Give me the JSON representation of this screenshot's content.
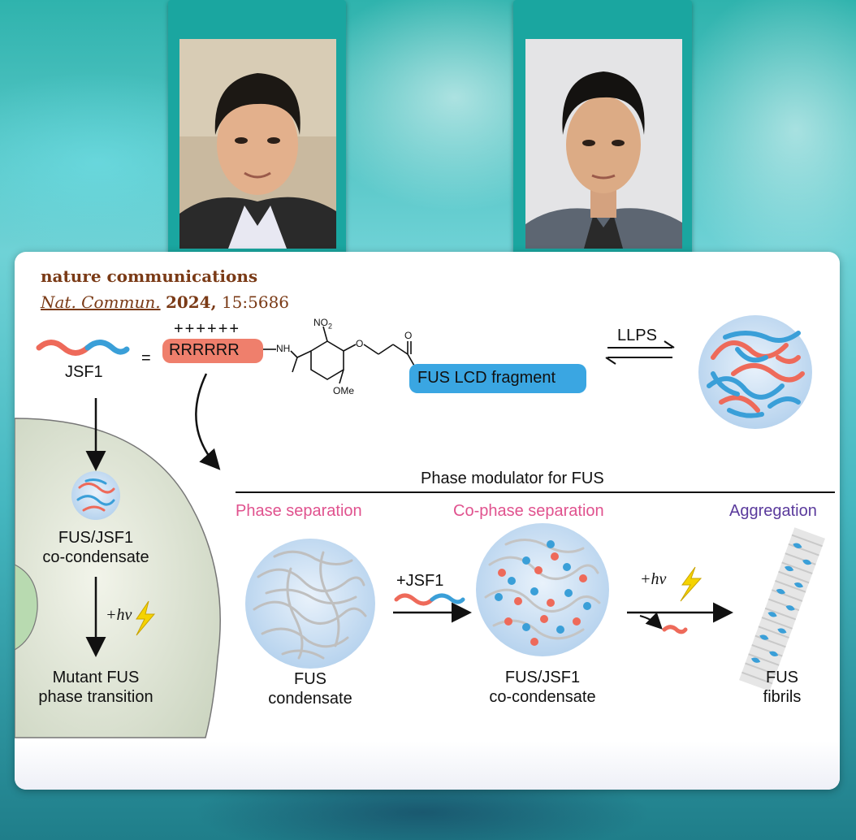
{
  "journal": {
    "name": "nature communications",
    "abbrev": "Nat. Commun.",
    "year": "2024,",
    "volume": "15:5686"
  },
  "molecule": {
    "lhs_label": "JSF1",
    "equals": "=",
    "charges": "++++++",
    "peptide": "RRRRRR",
    "nh": "NH",
    "no2": "NO",
    "no2_sub": "2",
    "o": "O",
    "ketone_o": "O",
    "ome": "OMe",
    "fus_fragment": "FUS LCD fragment",
    "llps": "LLPS"
  },
  "cell": {
    "condensate_label_line1": "FUS/JSF1",
    "condensate_label_line2": "co-condensate",
    "hv": "+hν",
    "outcome_line1": "Mutant FUS",
    "outcome_line2": "phase transition"
  },
  "modulator": {
    "title": "Phase modulator for FUS",
    "stages": [
      {
        "heading": "Phase separation",
        "label_line1": "FUS",
        "label_line2": "condensate"
      },
      {
        "heading": "Co-phase separation",
        "label_line1": "FUS/JSF1",
        "label_line2": "co-condensate"
      },
      {
        "heading": "Aggregation",
        "label_line1": "FUS",
        "label_line2": "fibrils"
      }
    ],
    "arrow1_label": "+JSF1",
    "arrow2_label": "+hν"
  },
  "colors": {
    "teal_frame": "#1aa6a0",
    "journal_brown": "#7a3a16",
    "strand_red": "#ee6a5a",
    "strand_blue": "#3a9fd8",
    "fus_box": "#3aa6e2",
    "peptide_box": "#ef7f6c",
    "heading_pink": "#e0528e",
    "heading_purple": "#5a3a9c",
    "lightning": "#f5d300"
  }
}
